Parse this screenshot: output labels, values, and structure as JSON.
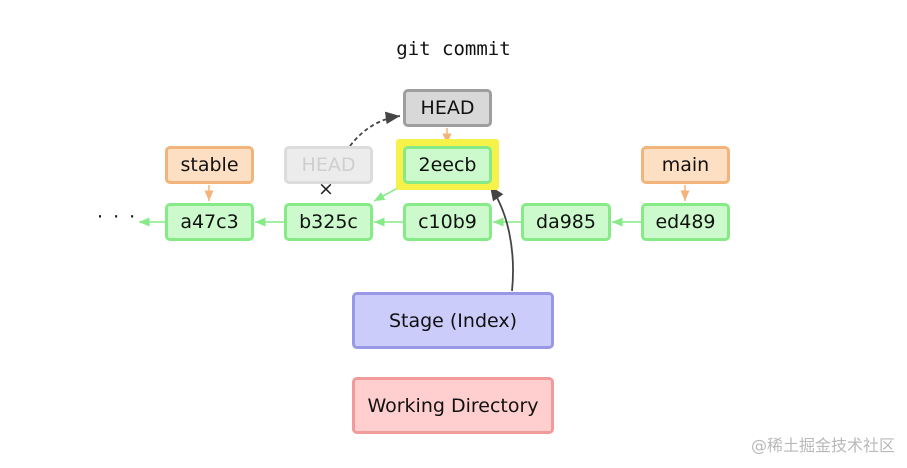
{
  "title": "git commit",
  "ellipsis": "· · ·",
  "removed_mark": "×",
  "commits": [
    "a47c3",
    "b325c",
    "c10b9",
    "da985",
    "ed489"
  ],
  "new_commit": "2eecb",
  "branches": {
    "stable": "stable",
    "main": "main"
  },
  "head": {
    "current": "HEAD",
    "previous": "HEAD"
  },
  "areas": {
    "stage": "Stage (Index)",
    "working_directory": "Working Directory"
  },
  "watermark": "@稀土掘金技术社区",
  "colors": {
    "commit_fill": "#ccfacc",
    "commit_border": "#86ea86",
    "branch_fill": "#fde0c4",
    "branch_border": "#f2b47a",
    "head_fill": "#d8d8d8",
    "head_border": "#9e9e9e",
    "stage_fill": "#ccccfb",
    "stage_border": "#9898e6",
    "workdir_fill": "#ffcfcf",
    "workdir_border": "#f29a9a",
    "highlight": "#f6f24a"
  }
}
